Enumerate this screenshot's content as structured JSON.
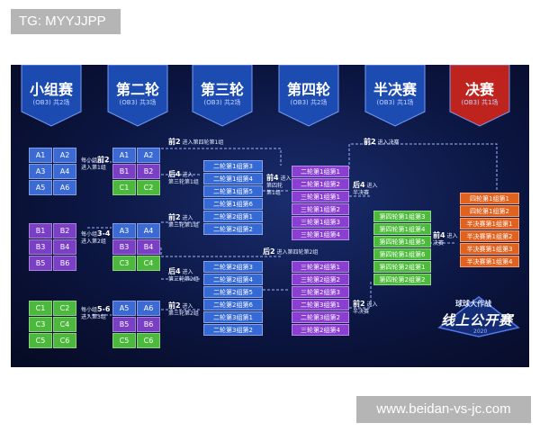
{
  "watermarks": {
    "top": "TG: MYYJJPP",
    "bottom": "www.beidan-vs-jc.com"
  },
  "headers": [
    {
      "title": "小组赛",
      "sub": "(OB3) 共2场",
      "color": "#1d4fb8"
    },
    {
      "title": "第二轮",
      "sub": "(OB3) 共3场",
      "color": "#1d4fb8"
    },
    {
      "title": "第三轮",
      "sub": "(OB3) 共2场",
      "color": "#1d4fb8"
    },
    {
      "title": "第四轮",
      "sub": "(OB3) 共2场",
      "color": "#1d4fb8"
    },
    {
      "title": "半决赛",
      "sub": "(OB3) 共1场",
      "color": "#1d4fb8"
    },
    {
      "title": "决赛",
      "sub": "(OB3) 共1场",
      "color": "#c8241c"
    }
  ],
  "groups": {
    "a": [
      [
        "A1",
        "A2"
      ],
      [
        "A3",
        "A4"
      ],
      [
        "A5",
        "A6"
      ]
    ],
    "b": [
      [
        "B1",
        "B2"
      ],
      [
        "B3",
        "B4"
      ],
      [
        "B5",
        "B6"
      ]
    ],
    "c": [
      [
        "C1",
        "C2"
      ],
      [
        "C3",
        "C4"
      ],
      [
        "C5",
        "C6"
      ]
    ]
  },
  "round2": {
    "top": {
      "rows": [
        [
          "A1",
          "A2"
        ],
        [
          "B1",
          "B2"
        ],
        [
          "C1",
          "C2"
        ]
      ],
      "colors": [
        "blue",
        "purple",
        "green"
      ]
    },
    "middle": {
      "rows": [
        [
          "A3",
          "A4"
        ],
        [
          "B3",
          "B4"
        ],
        [
          "C3",
          "C4"
        ]
      ],
      "colors": [
        "blue",
        "purple",
        "green"
      ]
    },
    "bottom": {
      "rows": [
        [
          "A5",
          "A6"
        ],
        [
          "B5",
          "B6"
        ],
        [
          "C5",
          "C6"
        ]
      ],
      "colors": [
        "blue",
        "purple",
        "green"
      ]
    }
  },
  "round3": {
    "upper": [
      "二轮第1组第3",
      "二轮第1组第4",
      "二轮第1组第5",
      "二轮第1组第6",
      "二轮第2组第1",
      "二轮第2组第2"
    ],
    "lower": [
      "二轮第2组第3",
      "二轮第2组第4",
      "二轮第2组第5",
      "二轮第2组第6",
      "二轮第3组第1",
      "二轮第3组第2"
    ]
  },
  "round4": {
    "upper": [
      "二轮第1组第1",
      "二轮第1组第2",
      "三轮第1组第1",
      "三轮第1组第2",
      "三轮第1组第3",
      "三轮第1组第4"
    ],
    "lower": [
      "三轮第2组第1",
      "三轮第2组第2",
      "三轮第2组第3",
      "二轮第3组第1",
      "二轮第3组第2",
      "三轮第2组第4"
    ]
  },
  "semis": [
    "第四轮第1组第3",
    "第四轮第1组第4",
    "第四轮第1组第5",
    "第四轮第1组第6",
    "第四轮第2组第1",
    "第四轮第2组第2"
  ],
  "finals": [
    "四轮第1组第1",
    "四轮第1组第2",
    "半决赛第1组第1",
    "半决赛第1组第2",
    "半决赛第1组第3",
    "半决赛第1组第4"
  ],
  "notes": {
    "g1": {
      "small": "每小组",
      "big": "前2",
      "line2": "进入第1组"
    },
    "g2": {
      "small": "每小组",
      "big": "3-4",
      "line2": "进入第2组"
    },
    "g3": {
      "small": "每小组",
      "big": "5-6",
      "line2": "进入第3组"
    },
    "r2top_a": {
      "big": "前2",
      "line": "进入第四轮第1组"
    },
    "r2top_b": {
      "big": "后4",
      "line": "进入",
      "line2": "第三轮第1组"
    },
    "r2mid_a": {
      "big": "前2",
      "line": "进入",
      "line2": "第三轮第1组"
    },
    "r2mid_b": {
      "big": "后2",
      "line": "进入第四轮第2组"
    },
    "r2bot_a": {
      "big": "后4",
      "line": "进入",
      "line2": "第三轮第2组"
    },
    "r2bot_b": {
      "big": "前2",
      "line": "进入",
      "line2": "第三轮第2组"
    },
    "r3": {
      "big": "前4",
      "line": "进入",
      "line2": "第四轮",
      "line3": "第1组"
    },
    "r4top": {
      "big": "前2",
      "line": "进入决赛"
    },
    "r4mid": {
      "big": "后4",
      "line": "进入",
      "line2": "半决赛"
    },
    "r4bot": {
      "big": "前2",
      "line": "进入",
      "line2": "半决赛"
    },
    "semi": {
      "big": "前4",
      "line": "进入",
      "line2": "决赛"
    }
  },
  "logo": {
    "line1": "球球大作战",
    "line2": "线上公开赛",
    "line3": "2020"
  }
}
